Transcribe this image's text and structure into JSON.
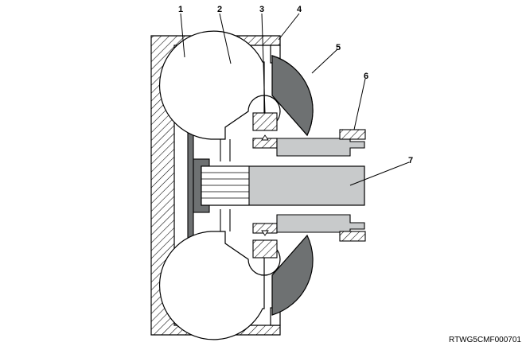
{
  "callouts": [
    {
      "id": "1",
      "label": "1"
    },
    {
      "id": "2",
      "label": "2"
    },
    {
      "id": "3",
      "label": "3"
    },
    {
      "id": "4",
      "label": "4"
    },
    {
      "id": "5",
      "label": "5"
    },
    {
      "id": "6",
      "label": "6"
    },
    {
      "id": "7",
      "label": "7"
    }
  ],
  "figure_code": "RTWG5CMF000701",
  "colors": {
    "line": "#000000",
    "dark_fill": "#6e7172",
    "light_fill": "#c8cacb",
    "white": "#ffffff"
  }
}
